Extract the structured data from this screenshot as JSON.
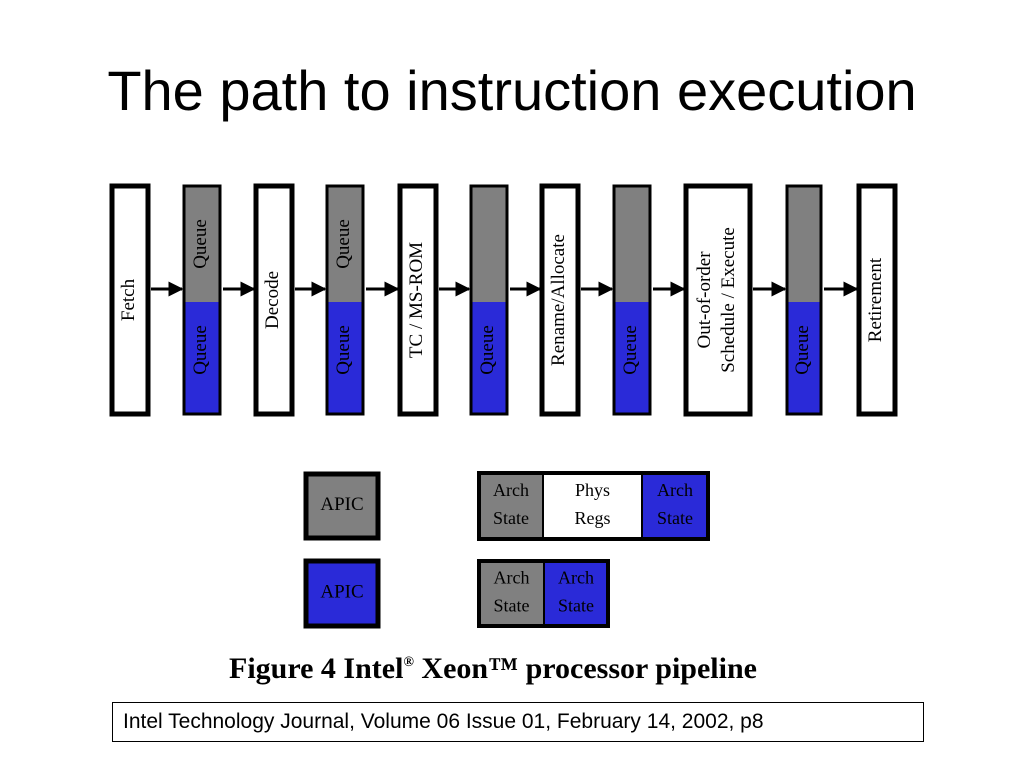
{
  "title": "The path to instruction execution",
  "colors": {
    "gray": "#808080",
    "blue": "#2a2ad8",
    "white": "#ffffff",
    "stroke": "#000000"
  },
  "pipeline": [
    {
      "kind": "stage",
      "label": "Fetch"
    },
    {
      "kind": "queue",
      "top": "Queue",
      "bottom": "Queue"
    },
    {
      "kind": "stage",
      "label": "Decode"
    },
    {
      "kind": "queue",
      "top": "Queue",
      "bottom": "Queue"
    },
    {
      "kind": "stage",
      "label": "TC / MS-ROM"
    },
    {
      "kind": "queue",
      "top": "",
      "bottom": "Queue"
    },
    {
      "kind": "stage",
      "label": "Rename/Allocate"
    },
    {
      "kind": "queue",
      "top": "",
      "bottom": "Queue"
    },
    {
      "kind": "stage",
      "label": [
        "Out-of-order",
        "Schedule / Execute"
      ]
    },
    {
      "kind": "queue",
      "top": "",
      "bottom": "Queue"
    },
    {
      "kind": "stage",
      "label": "Retirement"
    }
  ],
  "state_boxes": {
    "apic_gray": "APIC",
    "apic_blue": "APIC",
    "row1": [
      [
        "Arch",
        "State"
      ],
      [
        "Phys",
        "Regs"
      ],
      [
        "Arch",
        "State"
      ]
    ],
    "row2": [
      [
        "Arch",
        "State"
      ],
      [
        "Arch",
        "State"
      ]
    ]
  },
  "caption": {
    "prefix": "Figure 4 Intel",
    "registered": "®",
    "suffix": " Xeon™ processor pipeline"
  },
  "citation": "Intel Technology Journal, Volume 06 Issue 01, February 14, 2002, p8"
}
